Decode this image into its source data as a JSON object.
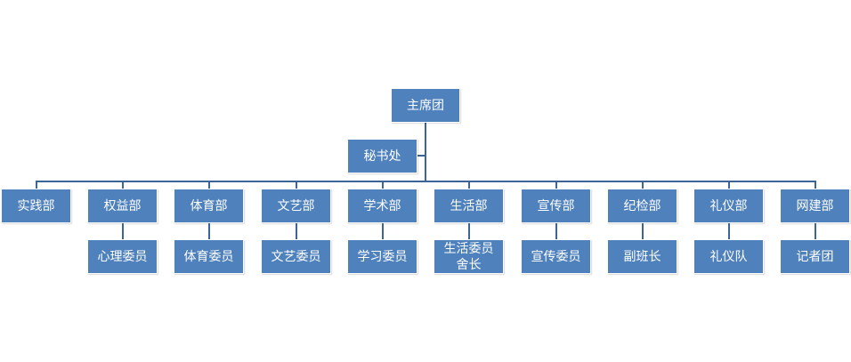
{
  "org_chart": {
    "root": "主席团",
    "assistant": "秘书处",
    "departments": [
      {
        "name": "实践部",
        "sub": ""
      },
      {
        "name": "权益部",
        "sub": "心理委员"
      },
      {
        "name": "体育部",
        "sub": "体育委员"
      },
      {
        "name": "文艺部",
        "sub": "文艺委员"
      },
      {
        "name": "学术部",
        "sub": "学习委员"
      },
      {
        "name": "生活部",
        "sub": "生活委员\n舍长"
      },
      {
        "name": "宣传部",
        "sub": "宣传委员"
      },
      {
        "name": "纪检部",
        "sub": "副班长"
      },
      {
        "name": "礼仪部",
        "sub": "礼仪队"
      },
      {
        "name": "网建部",
        "sub": "记者团"
      }
    ]
  },
  "colors": {
    "node_fill": "#4f81bd",
    "node_text": "#ffffff",
    "connector": "#3b6497"
  }
}
